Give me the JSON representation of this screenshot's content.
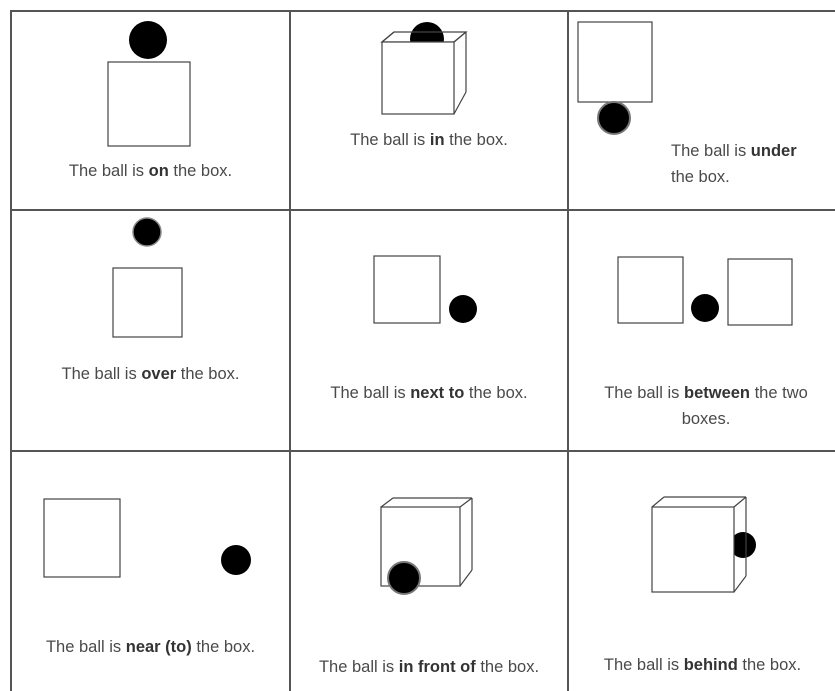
{
  "colors": {
    "border": "#555555",
    "ball": "#000000",
    "text": "#4a4a4a"
  },
  "cells": [
    {
      "pre": "The ball is ",
      "key": "on",
      "post": " the box."
    },
    {
      "pre": "The ball is ",
      "key": "in",
      "post": " the box."
    },
    {
      "pre": "The ball is ",
      "key": "under",
      "line2": "the box."
    },
    {
      "pre": "The ball is ",
      "key": "over",
      "post": " the box."
    },
    {
      "pre": "The ball is ",
      "key": "next to",
      "post": " the box."
    },
    {
      "pre": "The ball is ",
      "key": "between",
      "post": " the two",
      "line2": "boxes."
    },
    {
      "pre": "The ball is ",
      "key": "near (to)",
      "post": " the box."
    },
    {
      "pre": "The ball is ",
      "key": "in front of",
      "post": " the box."
    },
    {
      "pre": "The ball is ",
      "key": "behind",
      "post": " the box."
    }
  ]
}
